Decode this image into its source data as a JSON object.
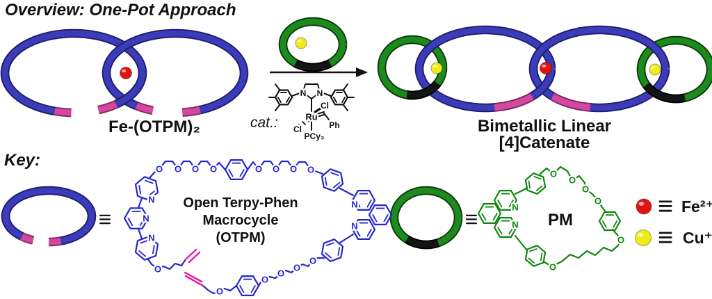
{
  "title": "Overview: One-Pot Approach",
  "reaction": {
    "reactant_label": "Fe-(OTPM)₂",
    "catalyst_label": "cat.:",
    "product_label_line1": "Bimetallic Linear",
    "product_label_line2": "[4]Catenate"
  },
  "key": {
    "heading": "Key:",
    "equiv_symbol": "≡",
    "otpm_name_line1": "Open Terpy-Phen",
    "otpm_name_line2": "Macrocycle",
    "otpm_name_line3": "(OTPM)",
    "pm_name": "PM",
    "fe_label": "Fe²⁺",
    "cu_label": "Cu⁺"
  },
  "atoms": {
    "O": "O",
    "N": "N",
    "Ru": "Ru",
    "Cl": "Cl",
    "Ph": "Ph",
    "PCy3": "PCy₃"
  },
  "colors": {
    "ring_blue": "#3c3cba",
    "ring_blue_dark": "#1d1d6a",
    "ring_green": "#1d8a1d",
    "ring_green_dark": "#0b3a0b",
    "ring_pink": "#d6479f",
    "ring_pink_dark": "#7e2a60",
    "ring_black": "#141414",
    "ring_black_dark": "#000000",
    "sphere_red": "#e11212",
    "sphere_yellow": "#efec16",
    "struct_blue": "#2424d0",
    "struct_green": "#0e860e",
    "struct_pink": "#e321a3",
    "text": "#111111"
  }
}
